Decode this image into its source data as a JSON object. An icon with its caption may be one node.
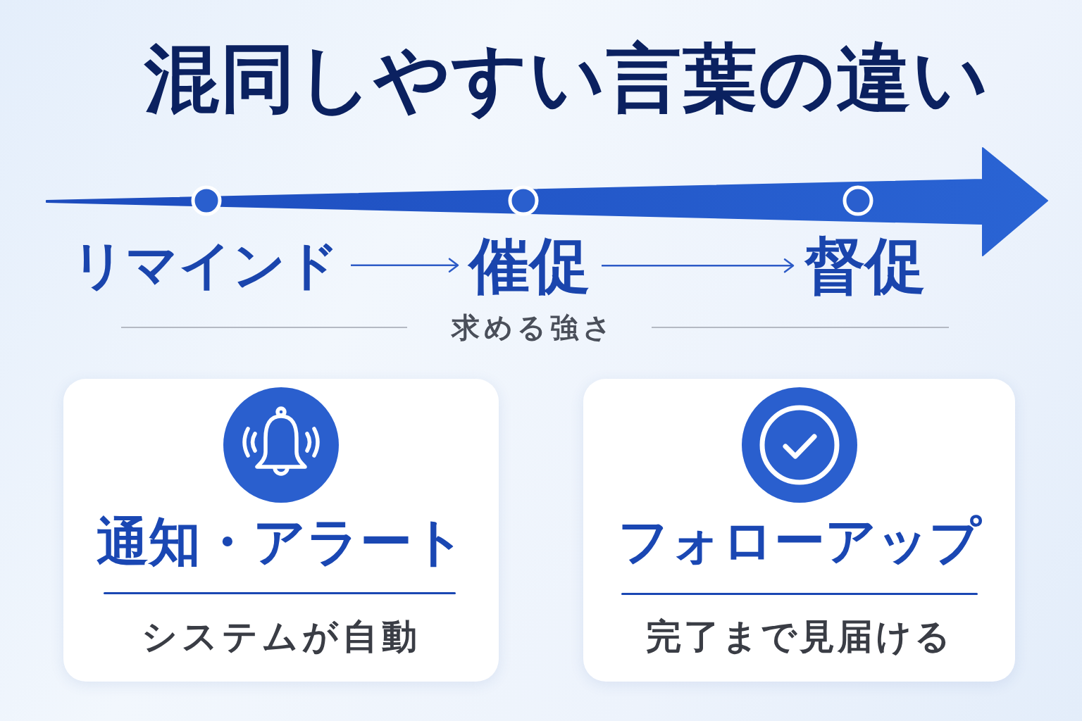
{
  "diagram": {
    "title": "混同しやすい言葉の違い",
    "nodes": [
      {
        "text": [
          "リマインド"
        ]
      },
      {
        "text": [
          "催促"
        ]
      },
      {
        "text": [
          "督促"
        ]
      },
      {
        "text": [
          "通知・アラート",
          "システムが自動"
        ]
      },
      {
        "text": [
          "フォローアップ",
          "完了まで見届ける"
        ]
      }
    ],
    "edges": [
      {
        "from": 0,
        "to": 1,
        "arrow": "to"
      },
      {
        "from": 1,
        "to": 2,
        "arrow": "to"
      }
    ],
    "labels": [
      "求める強さ"
    ]
  }
}
